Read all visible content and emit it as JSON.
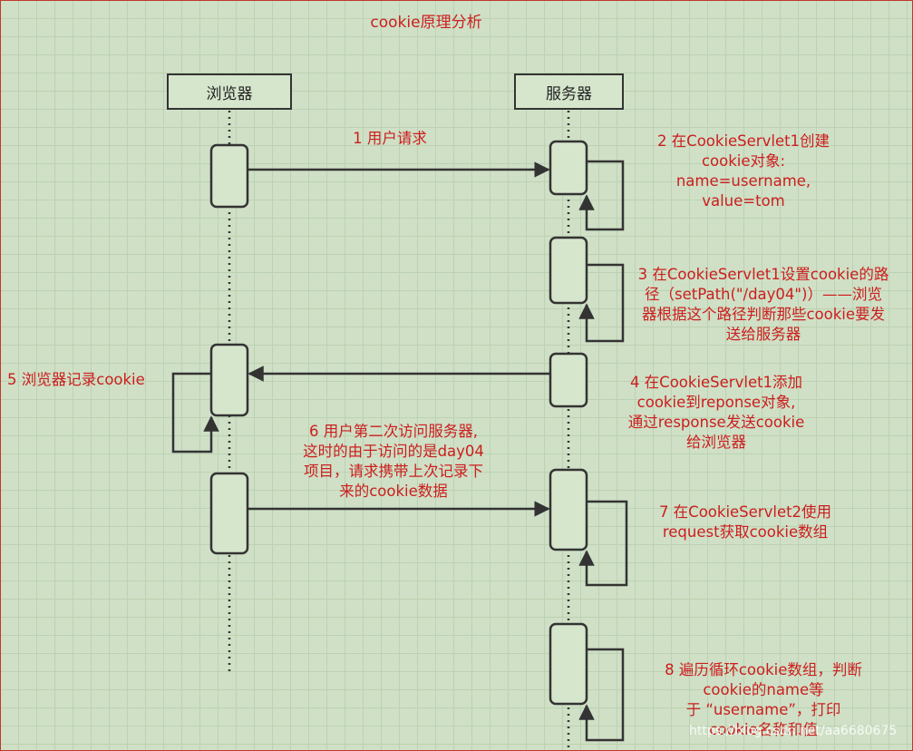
{
  "title": "cookie原理分析",
  "actors": {
    "browser": "浏览器",
    "server": "服务器"
  },
  "steps": {
    "s1": [
      "1 用户请求"
    ],
    "s2": [
      "2 在CookieServlet1创建",
      "cookie对象:",
      "name=username,",
      "value=tom"
    ],
    "s3": [
      "3 在CookieServlet1设置cookie的路",
      "径（setPath(\"/day04\")）——浏览",
      "器根据这个路径判断那些cookie要发",
      "送给服务器"
    ],
    "s4": [
      "4 在CookieServlet1添加",
      "cookie到reponse对象,",
      "通过response发送cookie",
      "给浏览器"
    ],
    "s5": [
      "5 浏览器记录cookie"
    ],
    "s6": [
      "6 用户第二次访问服务器,",
      "这时的由于访问的是day04",
      "项目，请求携带上次记录下",
      "来的cookie数据"
    ],
    "s7": [
      "7 在CookieServlet2使用",
      "request获取cookie数组"
    ],
    "s8": [
      "8 遍历循环cookie数组，判断",
      "cookie的name等",
      "于  “username”，打印",
      "cookie名称和值"
    ]
  },
  "watermark": "https://blog.csdn.net/aa6680675"
}
